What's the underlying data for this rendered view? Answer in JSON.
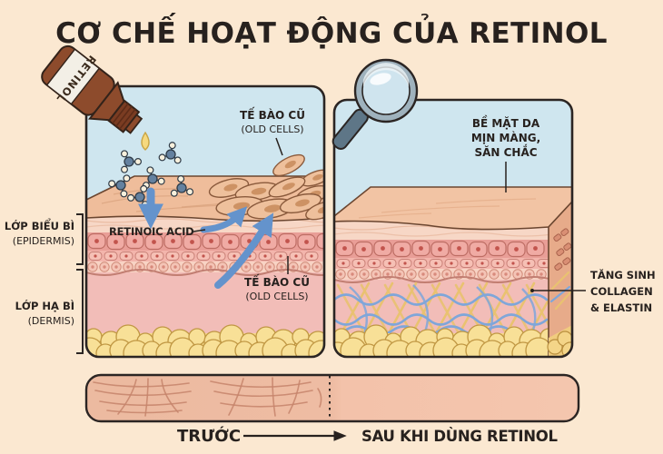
{
  "title": "CƠ CHẾ HOẠT ĐỘNG CỦA RETINOL",
  "colors": {
    "background": "#fbe8d1",
    "panel_sky": "#cfe6ef",
    "outline": "#2b2523",
    "text": "#27211e",
    "arrow_blue": "#6493cc",
    "skin_surface": "#efbd9b",
    "epidermis_cell": "#f0aba4",
    "dermis": "#f2bdb8",
    "fat_yellow": "#f8e097",
    "bottle_brown": "#8d4b2c",
    "collagen_fiber": "#e9c270",
    "elastin_fiber": "#7fa6d9",
    "wrinkle_line": "#c5846b"
  },
  "left_panel": {
    "bottle_label": "RETINOL",
    "old_cells_top": [
      "TẾ BÀO CŨ",
      "(OLD CELLS)"
    ],
    "retinoic_acid_label": "RETINOIC ACID",
    "old_cells_bottom": [
      "TẾ BÀO CŨ",
      "(OLD CELLS)"
    ]
  },
  "side_labels": {
    "epidermis": [
      "LỚP BIỂU BÌ",
      "(EPIDERMIS)"
    ],
    "dermis": [
      "LỚP HẠ BÌ",
      "(DERMIS)"
    ],
    "collagen_elastin": [
      "TĂNG SINH",
      "COLLAGEN",
      "& ELASTIN"
    ]
  },
  "right_panel": {
    "smooth_surface": [
      "BỀ MẶT DA",
      "MỊN MÀNG,",
      "SĂN CHẮC"
    ]
  },
  "comparison": {
    "before": "TRƯỚC",
    "after": "SAU KHI DÙNG RETINOL"
  }
}
